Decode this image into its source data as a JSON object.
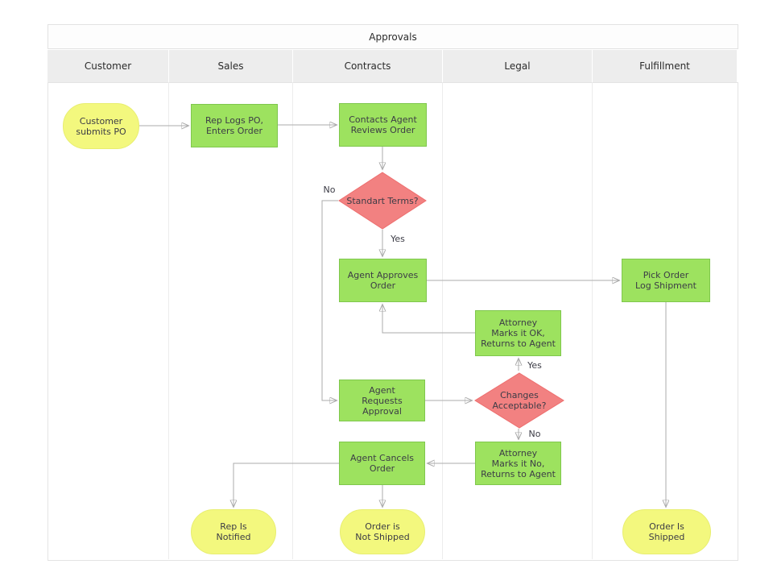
{
  "title": "Approvals",
  "lanes": [
    {
      "label": "Customer"
    },
    {
      "label": "Sales"
    },
    {
      "label": "Contracts"
    },
    {
      "label": "Legal"
    },
    {
      "label": "Fulfillment"
    }
  ],
  "nodes": {
    "customer_submits_po": {
      "label": "Customer\nsubmits PO",
      "type": "terminator",
      "lane": "Customer"
    },
    "rep_logs_po": {
      "label": "Rep Logs PO,\nEnters Order",
      "type": "process",
      "lane": "Sales"
    },
    "contacts_agent": {
      "label": "Contacts Agent\nReviews Order",
      "type": "process",
      "lane": "Contracts"
    },
    "standart_terms": {
      "label": "Standart Terms?",
      "type": "decision",
      "lane": "Contracts"
    },
    "agent_approves": {
      "label": "Agent Approves\nOrder",
      "type": "process",
      "lane": "Contracts"
    },
    "pick_order": {
      "label": "Pick Order\nLog Shipment",
      "type": "process",
      "lane": "Fulfillment"
    },
    "attorney_ok": {
      "label": "Attorney\nMarks it OK,\nReturns to Agent",
      "type": "process",
      "lane": "Legal"
    },
    "changes_acceptable": {
      "label": "Changes\nAcceptable?",
      "type": "decision",
      "lane": "Legal"
    },
    "agent_requests": {
      "label": "Agent\nRequests\nApproval",
      "type": "process",
      "lane": "Contracts"
    },
    "attorney_no": {
      "label": "Attorney\nMarks it No,\nReturns to Agent",
      "type": "process",
      "lane": "Legal"
    },
    "agent_cancels": {
      "label": "Agent Cancels\nOrder",
      "type": "process",
      "lane": "Contracts"
    },
    "rep_notified": {
      "label": "Rep Is\nNotified",
      "type": "terminator",
      "lane": "Sales"
    },
    "order_not_shipped": {
      "label": "Order is\nNot Shipped",
      "type": "terminator",
      "lane": "Contracts"
    },
    "order_shipped": {
      "label": "Order Is\nShipped",
      "type": "terminator",
      "lane": "Fulfillment"
    }
  },
  "edges": [
    {
      "from": "customer_submits_po",
      "to": "rep_logs_po",
      "label": ""
    },
    {
      "from": "rep_logs_po",
      "to": "contacts_agent",
      "label": ""
    },
    {
      "from": "contacts_agent",
      "to": "standart_terms",
      "label": ""
    },
    {
      "from": "standart_terms",
      "to": "agent_approves",
      "label": "Yes"
    },
    {
      "from": "standart_terms",
      "to": "agent_requests",
      "label": "No"
    },
    {
      "from": "agent_approves",
      "to": "pick_order",
      "label": ""
    },
    {
      "from": "attorney_ok",
      "to": "agent_approves",
      "label": ""
    },
    {
      "from": "changes_acceptable",
      "to": "attorney_ok",
      "label": "Yes"
    },
    {
      "from": "agent_requests",
      "to": "changes_acceptable",
      "label": ""
    },
    {
      "from": "changes_acceptable",
      "to": "attorney_no",
      "label": "No"
    },
    {
      "from": "attorney_no",
      "to": "agent_cancels",
      "label": ""
    },
    {
      "from": "agent_cancels",
      "to": "rep_notified",
      "label": ""
    },
    {
      "from": "agent_cancels",
      "to": "order_not_shipped",
      "label": ""
    },
    {
      "from": "pick_order",
      "to": "order_shipped",
      "label": ""
    }
  ],
  "colors": {
    "process_fill": "#9DE25F",
    "process_border": "#7FC74D",
    "decision_fill": "#F28181",
    "decision_border": "#ED6E6E",
    "terminator_fill": "#F3F87E",
    "terminator_border": "#E8EE70",
    "connector": "#ABABAB",
    "lane_header_bg": "#EDEDED",
    "text": "#3C3C46"
  }
}
